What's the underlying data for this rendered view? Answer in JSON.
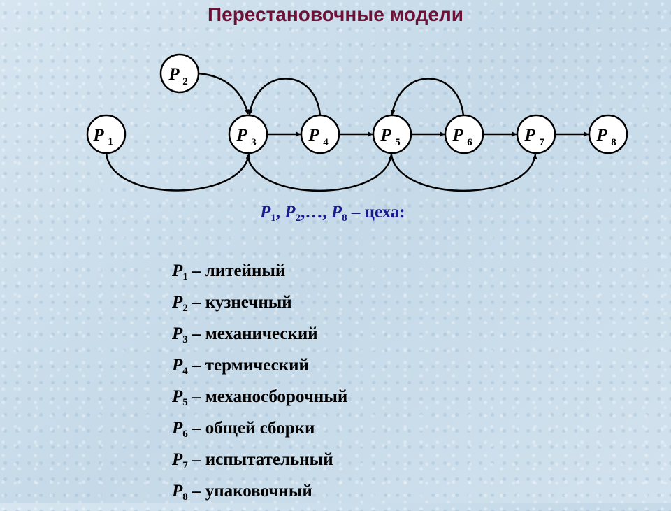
{
  "title": "Перестановочные модели",
  "nodes": [
    {
      "letter": "P",
      "sub": "1"
    },
    {
      "letter": "P",
      "sub": "2"
    },
    {
      "letter": "P",
      "sub": "3"
    },
    {
      "letter": "P",
      "sub": "4"
    },
    {
      "letter": "P",
      "sub": "5"
    },
    {
      "letter": "P",
      "sub": "6"
    },
    {
      "letter": "P",
      "sub": "7"
    },
    {
      "letter": "P",
      "sub": "8"
    }
  ],
  "edges": [
    {
      "from": "P3",
      "to": "P4"
    },
    {
      "from": "P4",
      "to": "P5"
    },
    {
      "from": "P5",
      "to": "P6"
    },
    {
      "from": "P6",
      "to": "P7"
    },
    {
      "from": "P7",
      "to": "P8"
    },
    {
      "from": "P2",
      "to": "P3"
    },
    {
      "from": "P4",
      "to": "P3"
    },
    {
      "from": "P6",
      "to": "P5"
    },
    {
      "from": "P1",
      "to": "P3"
    },
    {
      "from": "P3",
      "to": "P5"
    },
    {
      "from": "P5",
      "to": "P7"
    }
  ],
  "caption": {
    "p1": "P",
    "s1": "1",
    "sep1": ", ",
    "p2": "P",
    "s2": "2",
    "sep2": ",…, ",
    "p8": "P",
    "s8": "8",
    "tail": " – цеха:"
  },
  "legend": [
    {
      "letter": "P",
      "sub": "1",
      "text": " – литейный"
    },
    {
      "letter": "P",
      "sub": "2",
      "text": " – кузнечный"
    },
    {
      "letter": "P",
      "sub": "3",
      "text": " – механический"
    },
    {
      "letter": "P",
      "sub": "4",
      "text": " – термический"
    },
    {
      "letter": "P",
      "sub": "5",
      "text": " – механосборочный"
    },
    {
      "letter": "P",
      "sub": "6",
      "text": " – общей сборки"
    },
    {
      "letter": "P",
      "sub": "7",
      "text": " – испытательный"
    },
    {
      "letter": "P",
      "sub": "8",
      "text": " – упаковочный"
    }
  ]
}
